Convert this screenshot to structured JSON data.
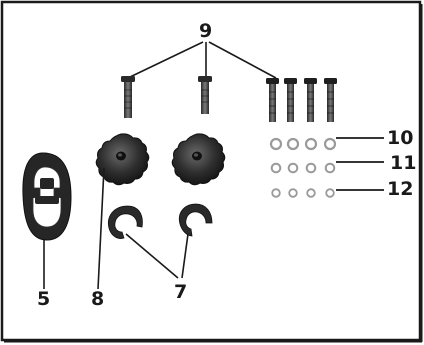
{
  "callouts": {
    "bolts_long": "9",
    "washer_large": "10",
    "washer_medium": "11",
    "washer_small": "12",
    "hanger": "5",
    "knob": "8",
    "clip": "7"
  },
  "colors": {
    "border": "#1a1a1a",
    "part_dark": "#2b2b2b",
    "part_mid": "#555555",
    "part_light": "#9a9a9a",
    "leader": "#1a1a1a"
  }
}
